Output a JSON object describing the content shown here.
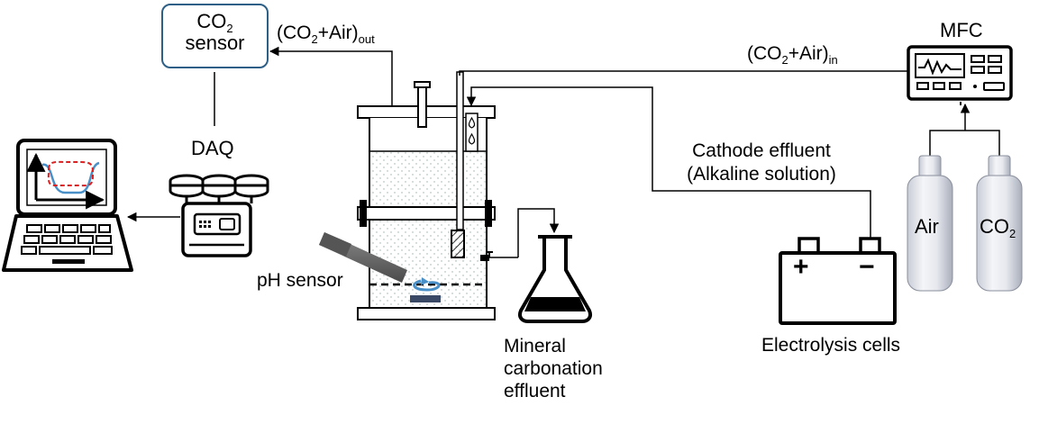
{
  "co2_sensor": {
    "line1_main": "CO",
    "line1_sub": "2",
    "line2": "sensor"
  },
  "outlet_flow": {
    "open": "(CO",
    "sub": "2",
    "mid": "+Air)",
    "suffix": "out"
  },
  "inlet_flow": {
    "open": "(CO",
    "sub": "2",
    "mid": "+Air)",
    "suffix": "in"
  },
  "daq": {
    "label": "DAQ"
  },
  "mfc": {
    "label": "MFC"
  },
  "cathode_effluent": {
    "line1": "Cathode effluent",
    "line2": "(Alkaline solution)"
  },
  "ph_sensor": {
    "label": "pH sensor"
  },
  "mineral_effluent": {
    "line1": "Mineral",
    "line2": "carbonation",
    "line3": "effluent"
  },
  "electrolysis": {
    "label": "Electrolysis cells",
    "plus": "+",
    "minus": "−"
  },
  "cylinders": {
    "air": "Air",
    "co2_main": "CO",
    "co2_sub": "2"
  },
  "colors": {
    "sensor_border": "#2e5f86",
    "blue_curve": "#4a90c8",
    "red_dash": "#e02020",
    "ph_probe": "#555555",
    "stir_bar": "#3a4a66"
  }
}
